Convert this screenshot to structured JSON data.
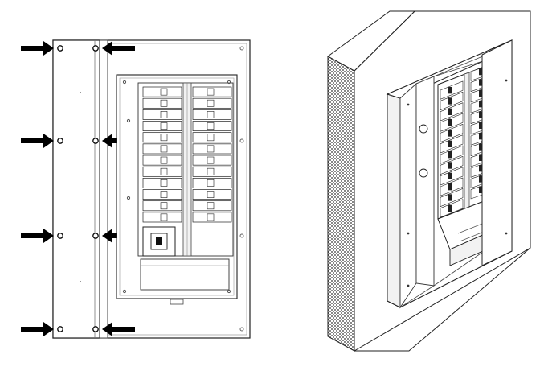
{
  "figure": {
    "left_view": {
      "arrow_count": 8,
      "breakers_per_column": 12,
      "icon": "arrow-right-icon"
    },
    "right_view": {
      "breakers_per_column": 12,
      "icon": "wall-hatch"
    }
  },
  "colors": {
    "line": "#222222",
    "light_line": "#777777",
    "fill": "#ffffff",
    "arrow": "#000000",
    "panel_shade": "#f2f2f2",
    "wall_shade": "#3a3a3a"
  }
}
